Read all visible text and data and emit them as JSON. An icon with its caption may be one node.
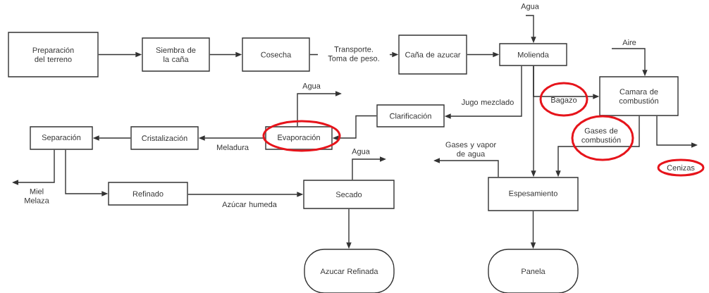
{
  "diagram": {
    "nodes": [
      {
        "text": [
          "Preparación del terreno"
        ]
      },
      {
        "text": [
          "Siembra de la caña"
        ]
      },
      {
        "text": [
          "Cosecha"
        ]
      },
      {
        "text": [
          "Caña de azucar"
        ]
      },
      {
        "text": [
          "Molienda"
        ]
      },
      {
        "text": [
          "Camara de combustión"
        ]
      },
      {
        "text": [
          "Clarificación"
        ]
      },
      {
        "text": [
          "Evaporación"
        ]
      },
      {
        "text": [
          "Cristalización"
        ]
      },
      {
        "text": [
          "Separación"
        ]
      },
      {
        "text": [
          "Refinado"
        ]
      },
      {
        "text": [
          "Secado"
        ]
      },
      {
        "text": [
          "Espesamiento"
        ]
      },
      {
        "text": [
          "Azucar Refinada"
        ]
      },
      {
        "text": [
          "Panela"
        ]
      }
    ],
    "edges": [
      {
        "from": 0,
        "to": 1,
        "arrow": "to"
      },
      {
        "from": 1,
        "to": 2,
        "arrow": "to"
      },
      {
        "from": 2,
        "to": 3,
        "arrow": "to",
        "label": "Transporte. Toma de peso."
      },
      {
        "from": 3,
        "to": 4,
        "arrow": "to"
      },
      {
        "from": null,
        "to": 4,
        "arrow": "to",
        "label": "Agua"
      },
      {
        "from": 4,
        "to": 6,
        "arrow": "to",
        "label": "Jugo mezclado"
      },
      {
        "from": 4,
        "to": 5,
        "arrow": "to",
        "label": "Bagazo"
      },
      {
        "from": 4,
        "to": 12,
        "arrow": "to"
      },
      {
        "from": null,
        "to": 5,
        "arrow": "to",
        "label": "Aire"
      },
      {
        "from": 5,
        "to": 12,
        "arrow": "to",
        "label": "Gases de combustión"
      },
      {
        "from": 5,
        "to": null,
        "arrow": "to",
        "label": "Cenizas"
      },
      {
        "from": 6,
        "to": 7,
        "arrow": "to"
      },
      {
        "from": 7,
        "to": null,
        "arrow": "to",
        "label": "Agua"
      },
      {
        "from": 7,
        "to": 8,
        "arrow": "to",
        "label": "Meladura"
      },
      {
        "from": 8,
        "to": 9,
        "arrow": "to"
      },
      {
        "from": 9,
        "to": null,
        "arrow": "to",
        "label": "Miel Melaza"
      },
      {
        "from": 9,
        "to": 10,
        "arrow": "to"
      },
      {
        "from": 10,
        "to": 11,
        "arrow": "to",
        "label": "Azúcar humeda"
      },
      {
        "from": 11,
        "to": null,
        "arrow": "to",
        "label": "Agua"
      },
      {
        "from": 11,
        "to": 13,
        "arrow": "to"
      },
      {
        "from": 12,
        "to": null,
        "arrow": "to",
        "label": "Gases y vapor de agua"
      },
      {
        "from": 12,
        "to": 14,
        "arrow": "to"
      }
    ]
  }
}
